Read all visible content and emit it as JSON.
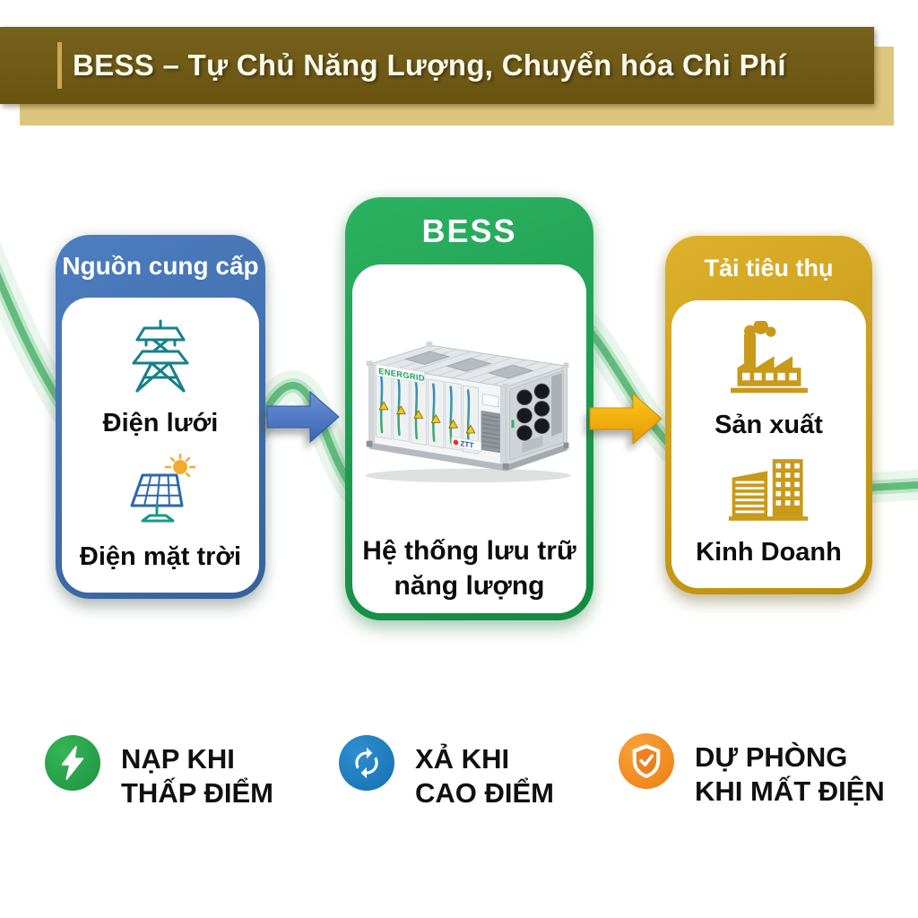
{
  "banner": {
    "title": "BESS – Tự Chủ Năng Lượng, Chuyển hóa Chi Phí"
  },
  "colors": {
    "banner_bg": "#6b5513",
    "banner_shadow": "#dcc67c",
    "supply_blue": "#3b6bae",
    "bess_green": "#1aa052",
    "load_gold": "#cda019",
    "arrow_blue": "#4a74c4",
    "arrow_gold": "#f2ae00",
    "wave_green": "#5cb878",
    "benefit_green": "#27a746",
    "benefit_blue": "#1d7fc2",
    "benefit_orange": "#f1831d"
  },
  "cards": {
    "supply": {
      "header": "Nguồn cung cấp",
      "items": [
        {
          "icon": "transmission-tower-icon",
          "label": "Điện lưới"
        },
        {
          "icon": "solar-panel-icon",
          "label": "Điện mặt trời"
        }
      ]
    },
    "bess": {
      "header": "BESS",
      "container_brand": "ENERGRID",
      "container_logo": "ZTT",
      "caption": "Hệ thống lưu trữ năng lượng"
    },
    "load": {
      "header": "Tải tiêu thụ",
      "items": [
        {
          "icon": "factory-icon",
          "label": "Sản xuất"
        },
        {
          "icon": "office-buildings-icon",
          "label": "Kinh Doanh"
        }
      ]
    }
  },
  "arrows": [
    {
      "icon": "arrow-right-icon",
      "color": "#4a74c4"
    },
    {
      "icon": "arrow-right-icon",
      "color": "#f2ae00"
    }
  ],
  "benefits": [
    {
      "icon": "lightning-icon",
      "line1": "NẠP KHI",
      "line2": "THẤP ĐIỂM"
    },
    {
      "icon": "sync-icon",
      "line1": "XẢ KHI",
      "line2": "CAO ĐIỂM"
    },
    {
      "icon": "shield-check-icon",
      "line1": "DỰ PHÒNG",
      "line2": "KHI MẤT ĐIỆN"
    }
  ]
}
